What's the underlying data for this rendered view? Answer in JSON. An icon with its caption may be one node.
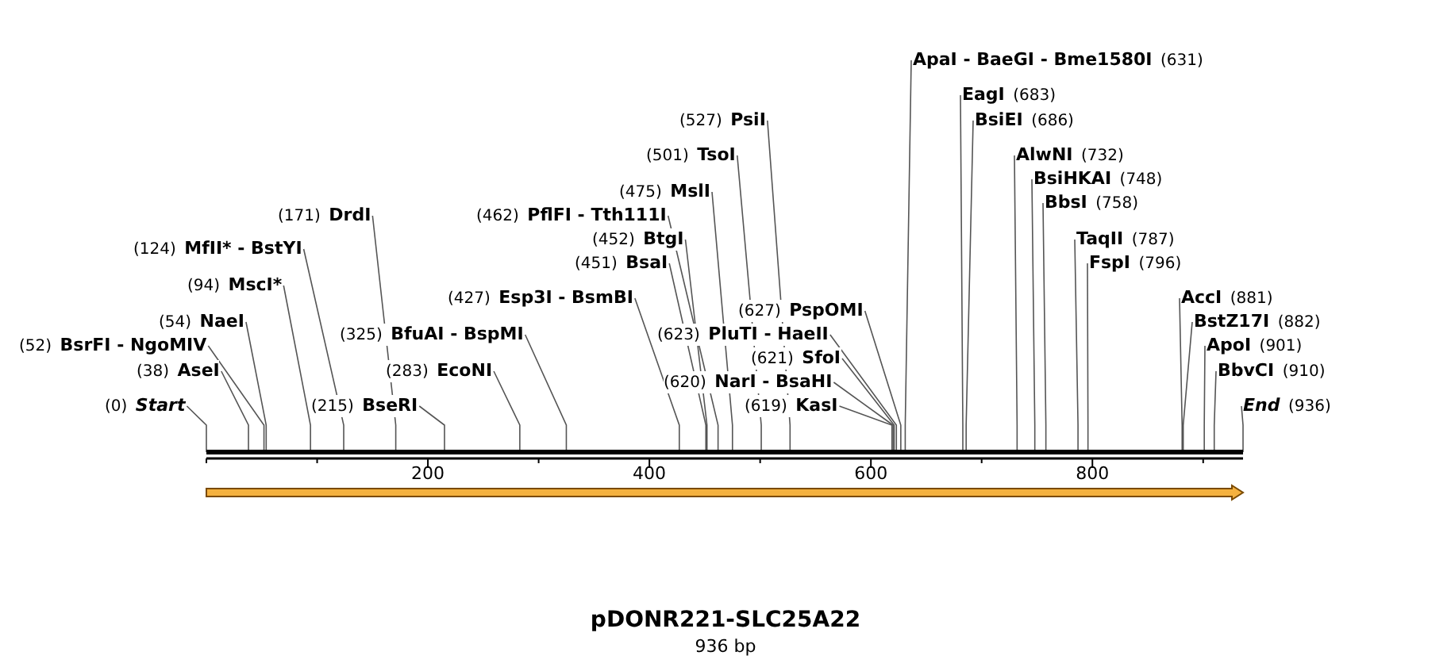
{
  "diagram": {
    "title": "pDONR221-SLC25A22",
    "caption": "936 bp",
    "nodes": [
      {
        "text": [
          "ApaI - BaeGI - Bme1580I",
          "(631)"
        ]
      },
      {
        "text": [
          "EagI",
          "(683)"
        ]
      },
      {
        "text": [
          "(527)",
          "PsiI"
        ]
      },
      {
        "text": [
          "BsiEI",
          "(686)"
        ]
      },
      {
        "text": [
          "(501)",
          "TsoI"
        ]
      },
      {
        "text": [
          "AlwNI",
          "(732)"
        ]
      },
      {
        "text": [
          "BsiHKAI",
          "(748)"
        ]
      },
      {
        "text": [
          "(475)",
          "MslI"
        ]
      },
      {
        "text": [
          "BbsI",
          "(758)"
        ]
      },
      {
        "text": [
          "(171)",
          "DrdI"
        ]
      },
      {
        "text": [
          "(462)",
          "PflFI - Tth111I"
        ]
      },
      {
        "text": [
          "(452)",
          "BtgI"
        ]
      },
      {
        "text": [
          "TaqII",
          "(787)"
        ]
      },
      {
        "text": [
          "(124)",
          "MfII* - BstYI"
        ]
      },
      {
        "text": [
          "(451)",
          "BsaI"
        ]
      },
      {
        "text": [
          "FspI",
          "(796)"
        ]
      },
      {
        "text": [
          "(94)",
          "MscI*"
        ]
      },
      {
        "text": [
          "(427)",
          "Esp3I - BsmBI"
        ]
      },
      {
        "text": [
          "AccI",
          "(881)"
        ]
      },
      {
        "text": [
          "(627)",
          "PspOMI"
        ]
      },
      {
        "text": [
          "(54)",
          "NaeI"
        ]
      },
      {
        "text": [
          "BstZ17I",
          "(882)"
        ]
      },
      {
        "text": [
          "(325)",
          "BfuAI - BspMI"
        ]
      },
      {
        "text": [
          "(623)",
          "PluTI - HaeII"
        ]
      },
      {
        "text": [
          "(52)",
          "BsrFI - NgoMIV"
        ]
      },
      {
        "text": [
          "ApoI",
          "(901)"
        ]
      },
      {
        "text": [
          "(621)",
          "SfoI"
        ]
      },
      {
        "text": [
          "(38)",
          "AseI"
        ]
      },
      {
        "text": [
          "(283)",
          "EcoNI"
        ]
      },
      {
        "text": [
          "BbvCI",
          "(910)"
        ]
      },
      {
        "text": [
          "(620)",
          "NarI - BsaHI"
        ]
      },
      {
        "text": [
          "(0)",
          "Start"
        ]
      },
      {
        "text": [
          "(215)",
          "BseRI"
        ]
      },
      {
        "text": [
          "(619)",
          "KasI"
        ]
      },
      {
        "text": [
          "End",
          "(936)"
        ]
      },
      {
        "text": [],
        "shape": "bar"
      },
      {
        "text": [],
        "shape": "bar"
      }
    ],
    "edges": [
      {
        "from": 0,
        "to": 35,
        "arrow": "none"
      },
      {
        "from": 1,
        "to": 35,
        "arrow": "none"
      },
      {
        "from": 2,
        "to": 35,
        "arrow": "none"
      },
      {
        "from": 3,
        "to": 35,
        "arrow": "none"
      },
      {
        "from": 4,
        "to": 35,
        "arrow": "none"
      },
      {
        "from": 5,
        "to": 35,
        "arrow": "none"
      },
      {
        "from": 6,
        "to": 35,
        "arrow": "none"
      },
      {
        "from": 7,
        "to": 35,
        "arrow": "none"
      },
      {
        "from": 8,
        "to": 35,
        "arrow": "none"
      },
      {
        "from": 9,
        "to": 35,
        "arrow": "none"
      },
      {
        "from": 10,
        "to": 35,
        "arrow": "none"
      },
      {
        "from": 11,
        "to": 35,
        "arrow": "none"
      },
      {
        "from": 12,
        "to": 35,
        "arrow": "none"
      },
      {
        "from": 13,
        "to": 35,
        "arrow": "none"
      },
      {
        "from": 14,
        "to": 35,
        "arrow": "none"
      },
      {
        "from": 15,
        "to": 35,
        "arrow": "none"
      },
      {
        "from": 16,
        "to": 35,
        "arrow": "none"
      },
      {
        "from": 17,
        "to": 35,
        "arrow": "none"
      },
      {
        "from": 18,
        "to": 35,
        "arrow": "none"
      },
      {
        "from": 19,
        "to": 35,
        "arrow": "none"
      },
      {
        "from": 20,
        "to": 35,
        "arrow": "none"
      },
      {
        "from": 21,
        "to": 35,
        "arrow": "none"
      },
      {
        "from": 22,
        "to": 35,
        "arrow": "none"
      },
      {
        "from": 23,
        "to": 35,
        "arrow": "none"
      },
      {
        "from": 24,
        "to": 35,
        "arrow": "none"
      },
      {
        "from": 25,
        "to": 35,
        "arrow": "none"
      },
      {
        "from": 26,
        "to": 35,
        "arrow": "none"
      },
      {
        "from": 27,
        "to": 35,
        "arrow": "none"
      },
      {
        "from": 28,
        "to": 35,
        "arrow": "none"
      },
      {
        "from": 29,
        "to": 35,
        "arrow": "none"
      },
      {
        "from": 30,
        "to": 35,
        "arrow": "none"
      },
      {
        "from": 31,
        "to": 35,
        "arrow": "none"
      },
      {
        "from": 32,
        "to": 35,
        "arrow": "none"
      },
      {
        "from": 33,
        "to": 35,
        "arrow": "none"
      },
      {
        "from": 34,
        "to": 35,
        "arrow": "none"
      }
    ],
    "labels": [
      "200",
      "400",
      "600",
      "800"
    ]
  }
}
